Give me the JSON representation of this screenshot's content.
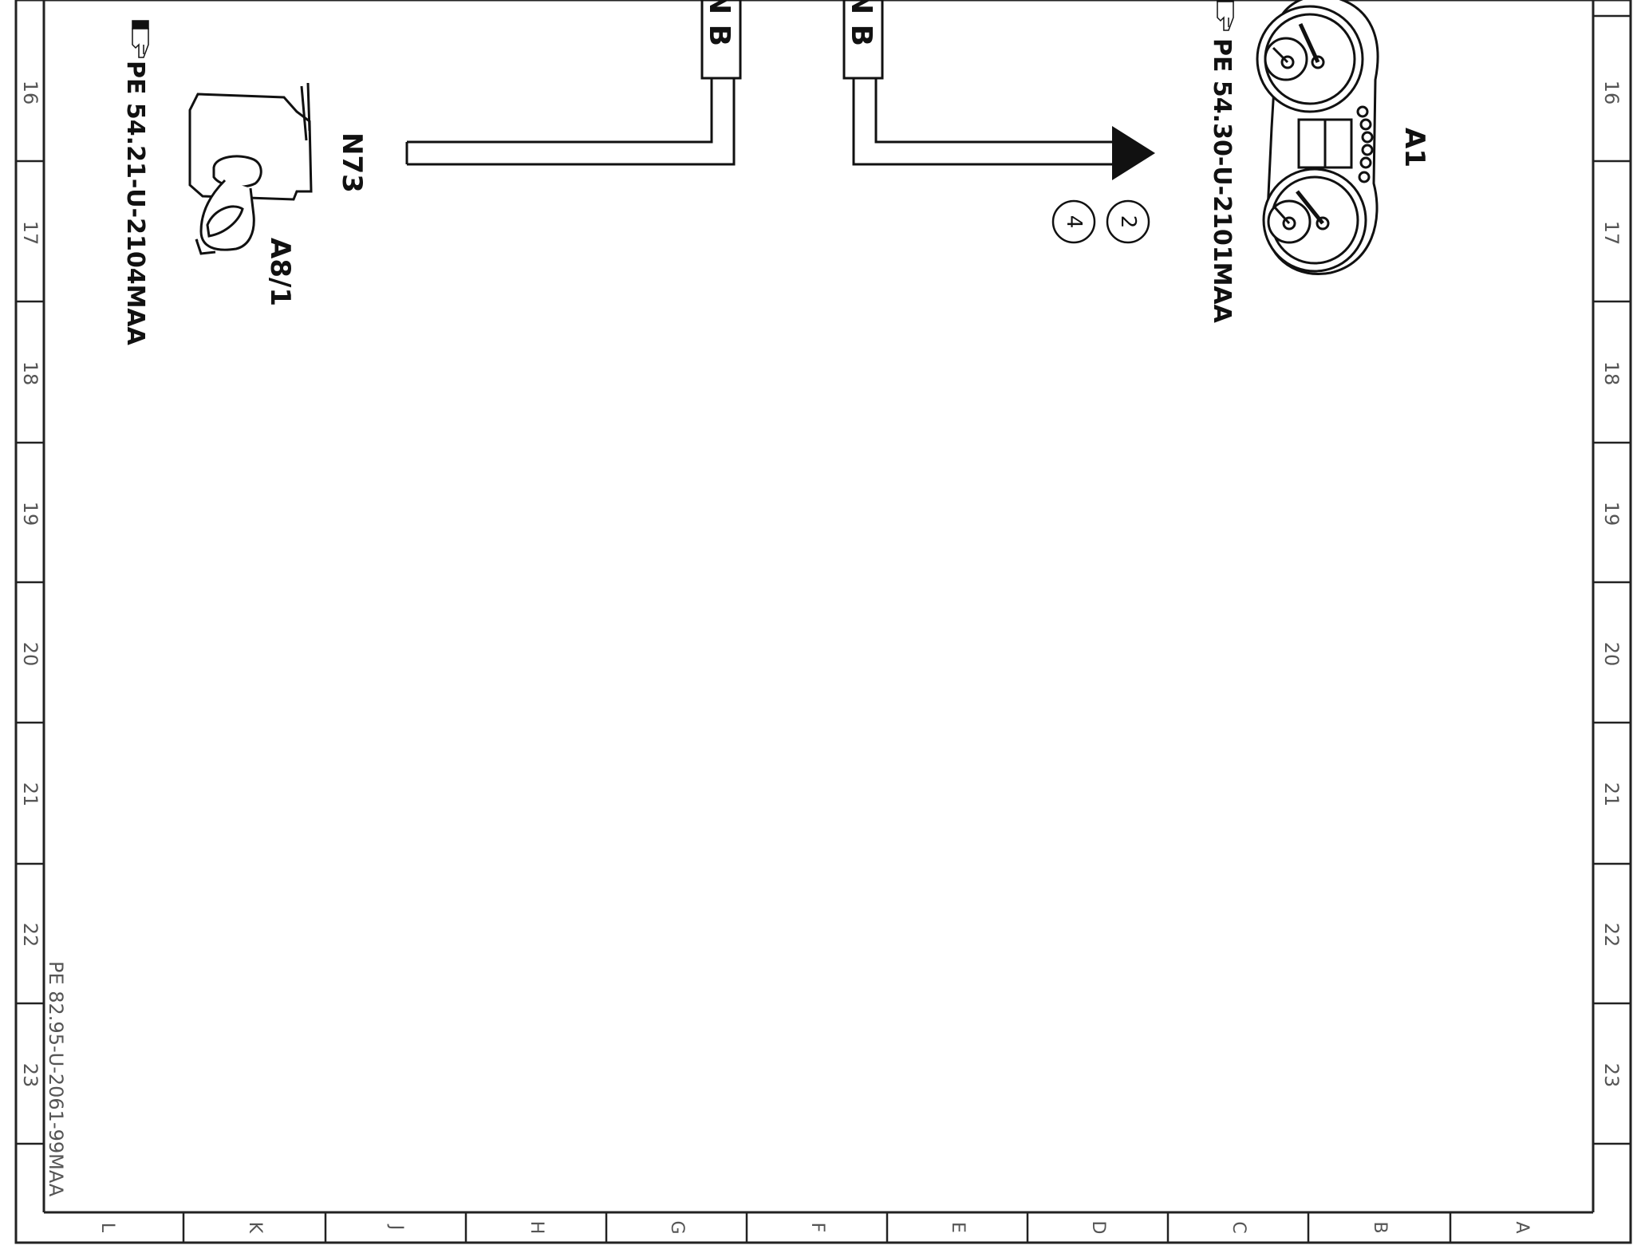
{
  "frame": {
    "row_numbers": [
      "16",
      "17",
      "18",
      "19",
      "20",
      "21",
      "22",
      "23"
    ],
    "column_letters": [
      "L",
      "K",
      "J",
      "H",
      "G",
      "F",
      "E",
      "D",
      "C",
      "B",
      "A"
    ]
  },
  "components": {
    "switch": {
      "designation": "A8/1",
      "reference": "PE 54.21-U-2104MAA"
    },
    "cluster": {
      "designation": "A1",
      "reference": "PE 54.30-U-2101MAA"
    },
    "connector": {
      "designation": "N73"
    }
  },
  "wires": {
    "left_label": "N B",
    "right_label": "N B"
  },
  "circle_refs": [
    "2",
    "4"
  ],
  "footer": {
    "document_number": "PE 82.95-U-2061-99MAA"
  }
}
